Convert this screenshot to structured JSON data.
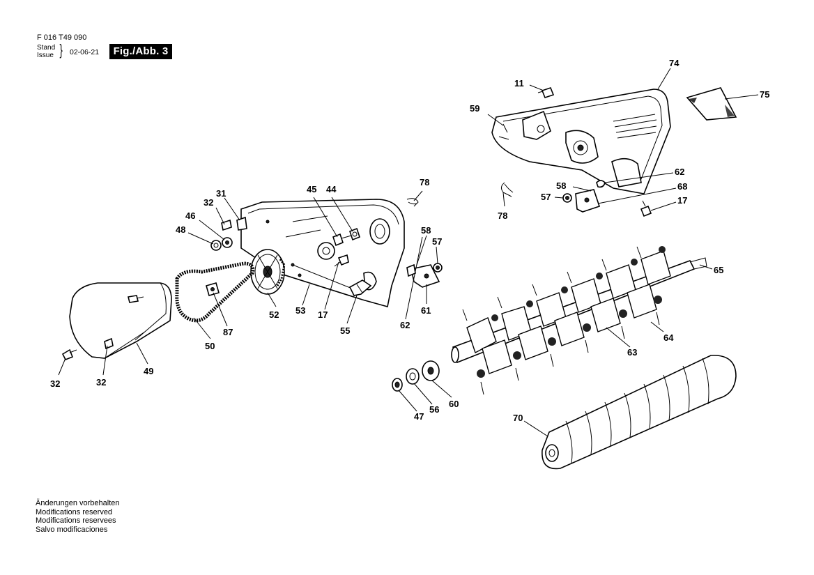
{
  "header": {
    "doc_number": "F 016 T49 090",
    "stand_label": "Stand",
    "issue_label": "Issue",
    "issue_date": "02-06-21",
    "figure_label": "Fig./Abb. 3"
  },
  "footer_notes": [
    "Änderungen vorbehalten",
    "Modifications reserved",
    "Modifications reservees",
    "Salvo modificaciones"
  ],
  "callouts": {
    "c11": "11",
    "c74": "74",
    "c75": "75",
    "c59": "59",
    "c62a": "62",
    "c58a": "58",
    "c68": "68",
    "c57a": "57",
    "c17a": "17",
    "c78a": "78",
    "c78b": "78",
    "c31": "31",
    "c32a": "32",
    "c45": "45",
    "c44": "44",
    "c46": "46",
    "c48": "48",
    "c58b": "58",
    "c57b": "57",
    "c61": "61",
    "c62b": "62",
    "c52": "52",
    "c53": "53",
    "c17b": "17",
    "c55": "55",
    "c87": "87",
    "c50": "50",
    "c49": "49",
    "c32b": "32",
    "c32c": "32",
    "c65": "65",
    "c64": "64",
    "c63": "63",
    "c60": "60",
    "c56": "56",
    "c47": "47",
    "c70": "70"
  }
}
